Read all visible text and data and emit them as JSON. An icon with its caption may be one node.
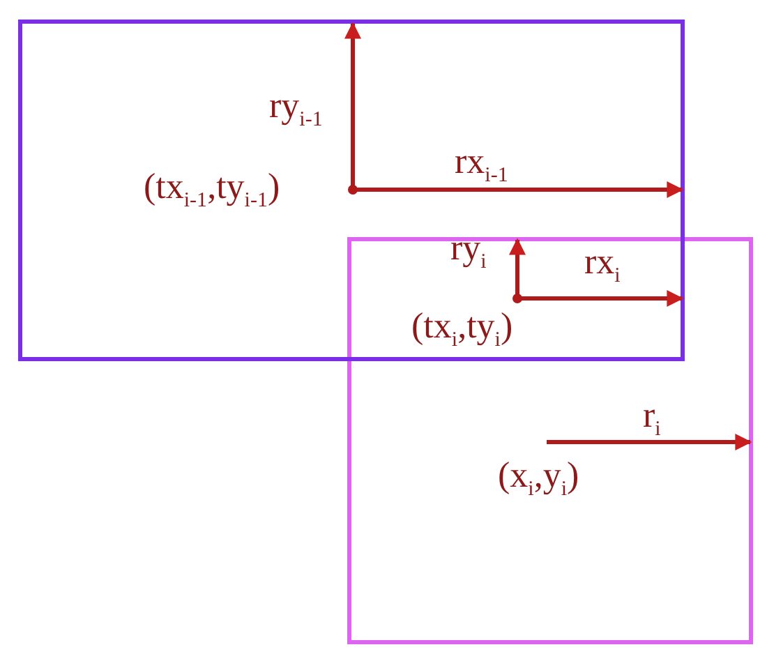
{
  "diagram": {
    "nodes": [
      {
        "text": [
          "ry$_{i-1}$",
          "rx$_{i-1}$",
          "(tx$_{i-1}$,ty$_{i-1}$)"
        ]
      },
      {
        "text": [
          "ry$_{i}$",
          "rx$_{i}$",
          "(tx$_{i}$,ty$_{i}$)",
          "r$_{i}$",
          "(x$_{i}$,y$_{i}$)"
        ]
      }
    ]
  }
}
